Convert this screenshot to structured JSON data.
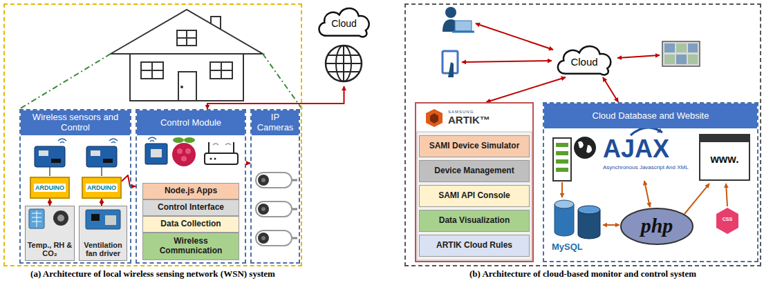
{
  "diagram": {
    "nodes": [
      {
        "text": [
          "(a) Architecture of local wireless sensing network (WSN) system"
        ]
      },
      {
        "text": [
          "Wireless sensors and Control"
        ],
        "in": 0
      },
      {
        "text": [
          "ARDUINO"
        ],
        "in": 1
      },
      {
        "text": [
          "ARDUINO"
        ],
        "in": 1
      },
      {
        "text": [
          "Temp., RH & CO₂"
        ],
        "in": 1
      },
      {
        "text": [
          "Ventilation fan driver"
        ],
        "in": 1
      },
      {
        "text": [
          "Control Module"
        ],
        "in": 0
      },
      {
        "text": [
          "Node.js Apps"
        ],
        "in": 6
      },
      {
        "text": [
          "Control Interface"
        ],
        "in": 6
      },
      {
        "text": [
          "Data Collection"
        ],
        "in": 6
      },
      {
        "text": [
          "Wireless Communication"
        ],
        "in": 6
      },
      {
        "text": [
          "IP Cameras"
        ],
        "in": 0
      },
      {
        "text": [
          "Cloud"
        ]
      },
      {
        "text": [
          "(b) Architecture of cloud-based monitor and control system"
        ]
      },
      {
        "text": [
          "Cloud"
        ],
        "in": 13
      },
      {
        "text": [
          "SAMSUNG",
          "ARTIK™"
        ],
        "in": 13
      },
      {
        "text": [
          "SAMI Device Simulator"
        ],
        "in": 15
      },
      {
        "text": [
          "Device Management"
        ],
        "in": 15
      },
      {
        "text": [
          "SAMI API Console"
        ],
        "in": 15
      },
      {
        "text": [
          "Data Visualization"
        ],
        "in": 15
      },
      {
        "text": [
          "ARTIK Cloud Rules"
        ],
        "in": 15
      },
      {
        "text": [
          "Cloud Database and Website"
        ],
        "in": 13
      }
    ],
    "edges": [
      {
        "from": 3,
        "to": 6,
        "arrow": "to"
      },
      {
        "from": 2,
        "to": 4,
        "arrow": "both"
      },
      {
        "from": 3,
        "to": 5,
        "arrow": "both"
      },
      {
        "from": 6,
        "to": 11,
        "arrow": "to"
      },
      {
        "from": 6,
        "to": 12,
        "arrow": "both"
      },
      {
        "from": 14,
        "to": 15,
        "arrow": "both"
      },
      {
        "from": 14,
        "to": 21,
        "arrow": "both"
      }
    ],
    "labels": [
      "AJAX",
      "Asynchronous Javascript And XML",
      "www.",
      "MySQL",
      "php",
      "CSS"
    ]
  }
}
